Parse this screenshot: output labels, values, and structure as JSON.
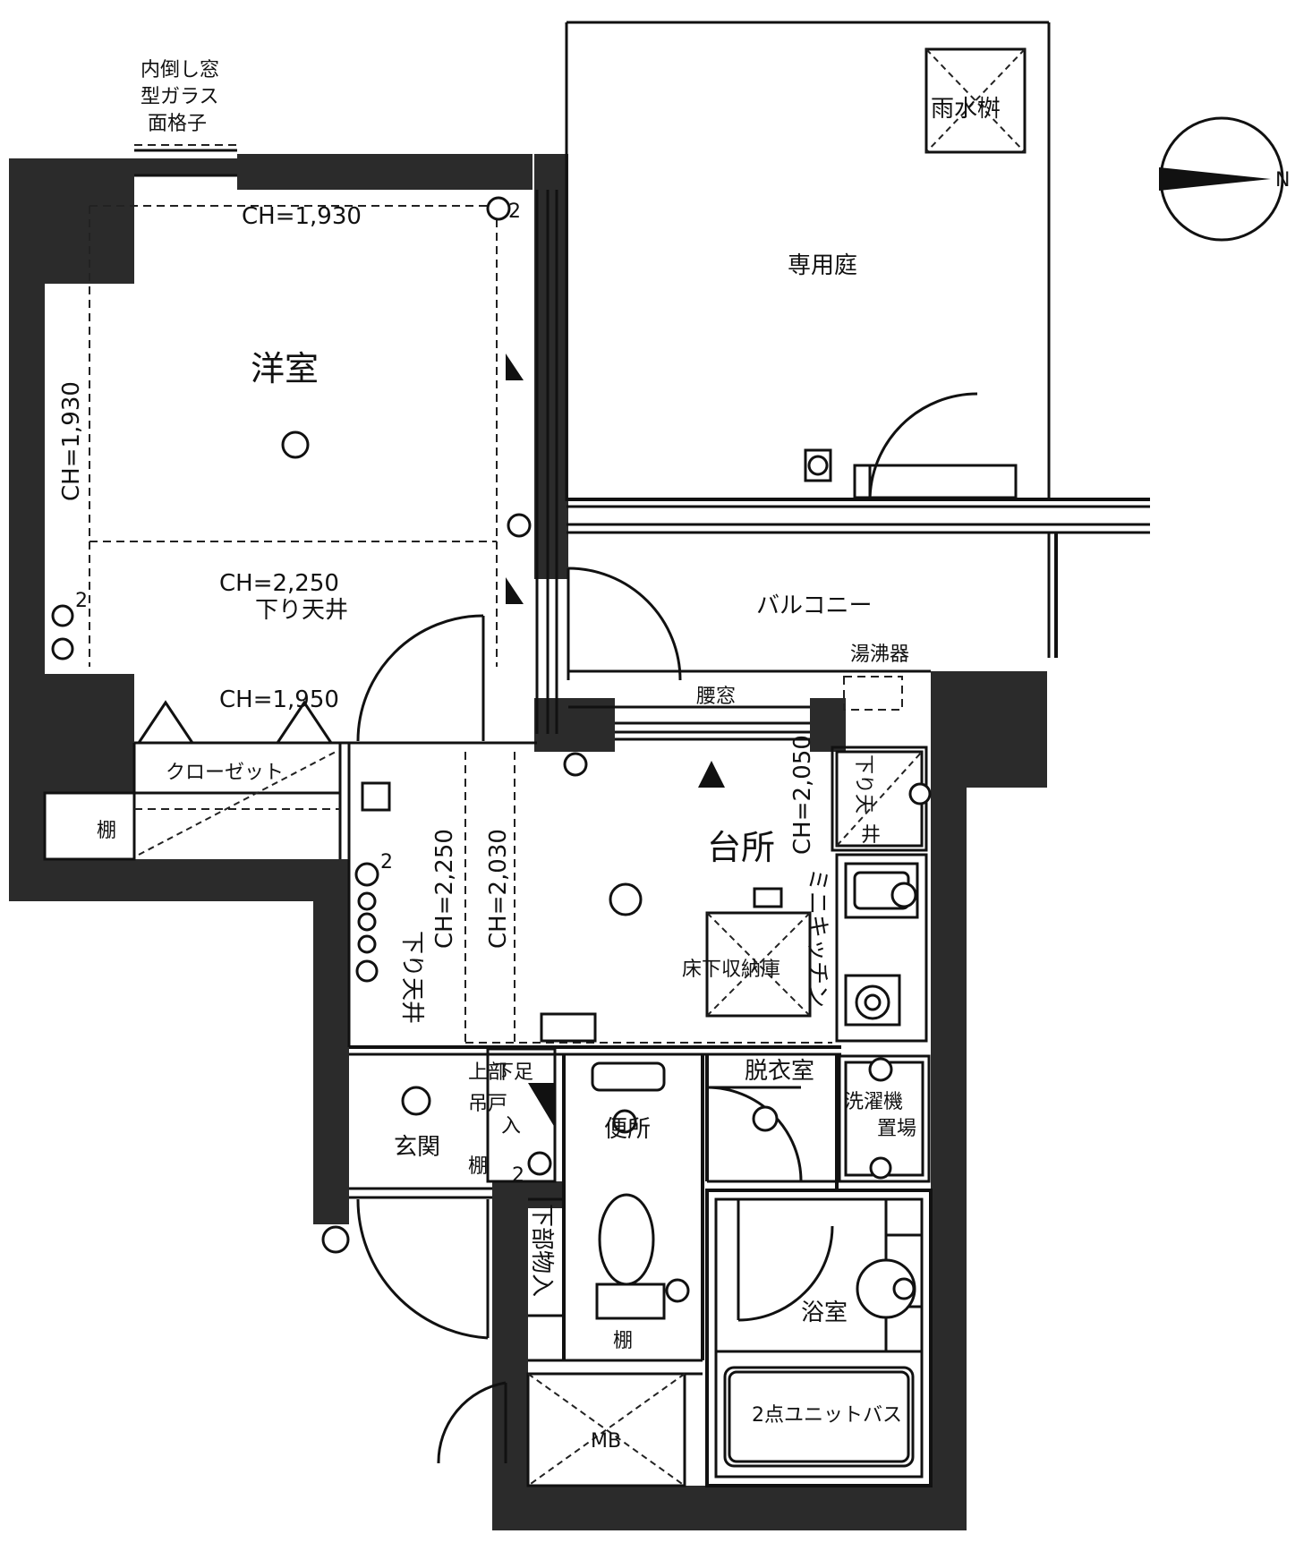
{
  "window_note": {
    "line1": "内倒し窓",
    "line2": "型ガラス",
    "line3": "面格子"
  },
  "rooms": {
    "western_room": "洋室",
    "kitchen": "台所",
    "private_garden": "専用庭",
    "balcony": "バルコニー",
    "entrance": "玄関",
    "toilet": "便所",
    "dressing_room": "脱衣室",
    "bathroom": "浴室",
    "closet": "クローゼット",
    "unit_bath": "2点ユニットバス",
    "mb": "MB",
    "shelf": "棚",
    "shelf2": "棚",
    "rain_basin": "雨水桝",
    "water_heater": "湯沸器",
    "waist_window": "腰窓",
    "floor_storage": "床下収納庫",
    "mini_kitchen": "ミニキッチン",
    "washer_line1": "洗濯機",
    "washer_line2": "置場"
  },
  "ceiling": {
    "ch_1930_top": "CH=1,930",
    "ch_1930_left": "CH=1,930",
    "ch_2250": "CH=2,250",
    "lowered": "下り天井",
    "ch_1950": "CH=1,950",
    "ch_2250_v": "CH=2,250",
    "ch_2030_v": "CH=2,030",
    "lowered_v": "下り天井",
    "ch_2050_v": "CH=2,050",
    "lowered_k1": "下り天",
    "lowered_k2": "井"
  },
  "storage": {
    "upper_shoe1": "上部",
    "upper_shoe2": "吊戸",
    "upper_shoe3": "棚",
    "foot_storage1": "下足",
    "foot_storage2": "入",
    "lower_storage": "下部物入"
  },
  "symbols": {
    "num_2": "2",
    "compass_n": "N"
  },
  "colors": {
    "wall": "#2b2b2b",
    "line": "#111111",
    "background": "#ffffff"
  }
}
